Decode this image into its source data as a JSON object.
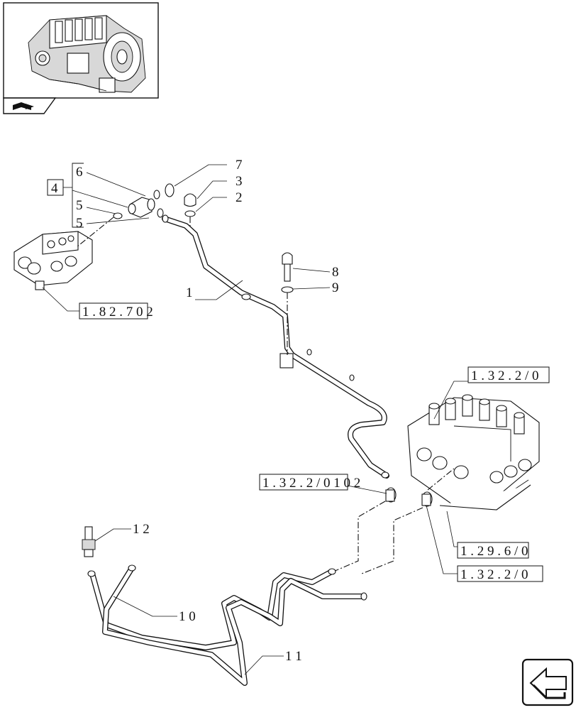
{
  "callouts": {
    "c1": "1",
    "c2": "2",
    "c3": "3",
    "c4": "4",
    "c5a": "5",
    "c5b": "5",
    "c6": "6",
    "c7": "7",
    "c8": "8",
    "c9": "9",
    "c10": "1 0",
    "c11": "1 1",
    "c12": "1 2"
  },
  "references": {
    "ref_182": "1 . 8 2 . 7   0 2",
    "ref_132_top": "1 . 3 2 . 2 / 0",
    "ref_132_mid": "1 . 3 2 . 2 / 0 1   0 2",
    "ref_129": "1 . 2 9 . 6 / 0",
    "ref_132_bot": "1 . 3 2 . 2 / 0"
  },
  "icons": {
    "nav_marker": "book-arrow-icon",
    "next_page": "next-page-arrow-icon"
  }
}
